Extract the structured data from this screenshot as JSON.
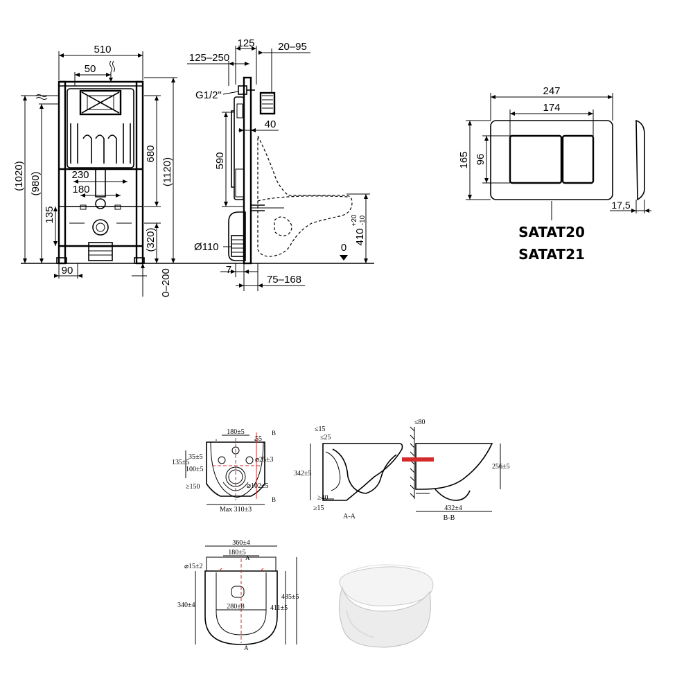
{
  "frame_front": {
    "width": "510",
    "offset_top": "50",
    "overall_height": "(1020)",
    "frame_height": "(980)",
    "height_680": "680",
    "height_1120": "(1120)",
    "span_230": "230",
    "span_180": "180",
    "height_135": "135",
    "height_320": "(320)",
    "foot_90": "90",
    "adjust_0_200": "0–200"
  },
  "frame_side": {
    "dim_125": "125",
    "dim_125_250": "125–250",
    "dim_20_95": "20–95",
    "thread": "G1/2\"",
    "dim_40": "40",
    "dim_590": "590",
    "pipe_110": "Ø110",
    "dim_7": "7",
    "dim_75_168": "75–168",
    "height_410": "410",
    "tol_upper": "+20",
    "tol_lower": "-10",
    "floor_zero": "0"
  },
  "flush_plate": {
    "width": "247",
    "inner_width": "174",
    "height": "165",
    "inner_height": "96",
    "depth": "17,5",
    "models": [
      "SATAT20",
      "SATAT21"
    ]
  },
  "bowl_back": {
    "dim_180_5": "180±5",
    "dim_55": "55",
    "dim_35_5": "35±5",
    "dim_135_5": "135±5",
    "dim_100_5": "100±5",
    "dim_25_3": "⌀25±3",
    "dim_102_5": "⌀102±5",
    "dim_150": "≥150",
    "dim_max_310": "Max 310±3",
    "section_b": "B"
  },
  "bowl_section_aa": {
    "dim_15_top": "≤15",
    "dim_25": "≤25",
    "dim_342": "342±5",
    "dim_40": "≥40",
    "dim_15_bottom": "≥15",
    "caption": "A-A"
  },
  "bowl_section_bb": {
    "dim_80": "≤80",
    "dim_256": "256±5",
    "dim_432": "432±4",
    "caption": "B-B"
  },
  "bowl_top": {
    "dim_360": "360±4",
    "dim_180": "180±5",
    "dim_15_2": "⌀15±2",
    "dim_340": "340±4",
    "dim_280": "280±8",
    "dim_411": "411±5",
    "dim_485": "485±5",
    "section_a": "A"
  }
}
